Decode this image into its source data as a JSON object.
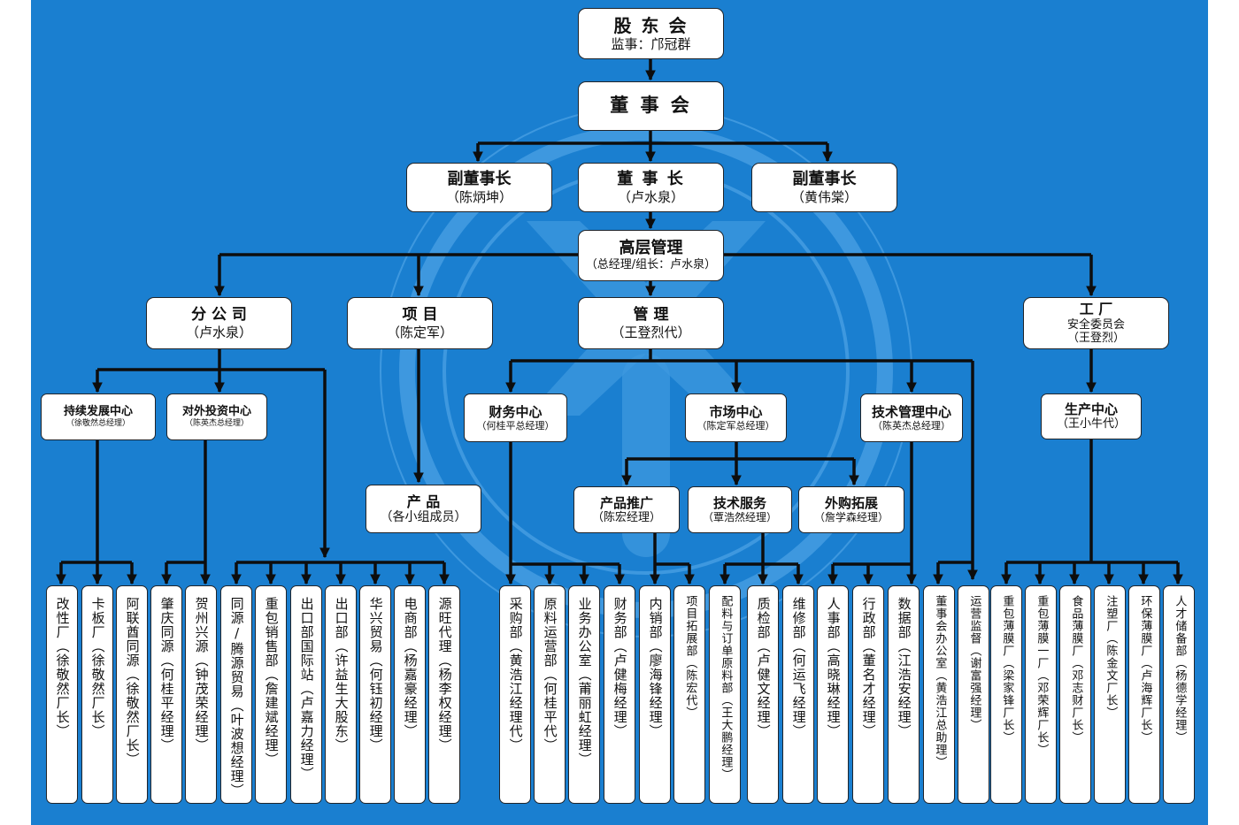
{
  "colors": {
    "background": "#1a7fd0",
    "box": "#ffffff",
    "line": "#0d0d0d",
    "emblem": "#3e98df"
  },
  "shareholders": {
    "title": "股 东 会",
    "sub": "监事：邝冠群"
  },
  "board": {
    "title": "董 事 会"
  },
  "vice_chair_left": {
    "title": "副董事长",
    "sub": "（陈炳坤）"
  },
  "chairman": {
    "title": "董 事 长",
    "sub": "（卢水泉）"
  },
  "vice_chair_right": {
    "title": "副董事长",
    "sub": "（黄伟棠）"
  },
  "senior_mgmt": {
    "title": "高层管理",
    "sub": "（总经理/组长：卢水泉）"
  },
  "branch": {
    "title": "分 公 司",
    "sub": "（卢水泉）"
  },
  "project": {
    "title": "项  目",
    "sub": "（陈定军）"
  },
  "management": {
    "title": "管  理",
    "sub": "（王登烈代）"
  },
  "factory": {
    "title": "工  厂",
    "sub": "安全委员会",
    "sub2": "（王登烈）"
  },
  "sustain_center": {
    "title": "持续发展中心",
    "sub": "（徐敬然总经理）"
  },
  "invest_center": {
    "title": "对外投资中心",
    "sub": "（陈英杰总经理）"
  },
  "finance_center": {
    "title": "财务中心",
    "sub": "（何桂平总经理）"
  },
  "market_center": {
    "title": "市场中心",
    "sub": "（陈定军总经理）"
  },
  "tech_center": {
    "title": "技术管理中心",
    "sub": "（陈英杰总经理）"
  },
  "production_center": {
    "title": "生产中心",
    "sub": "（王小牛代）"
  },
  "product": {
    "title": "产  品",
    "sub": "（各小组成员）"
  },
  "promotion": {
    "title": "产品推广",
    "sub": "（陈宏经理）"
  },
  "tech_service": {
    "title": "技术服务",
    "sub": "（覃浩然经理）"
  },
  "purchase_expand": {
    "title": "外购拓展",
    "sub": "（詹学森经理）"
  },
  "units": [
    "改性厂（徐敬然厂长）",
    "卡板厂（徐敬然厂长）",
    "阿联酋同源（徐敬然厂长）",
    "肇庆同源（何桂平经理）",
    "贺州兴源（钟茂荣经理）",
    "同源/腾源贸易（叶波想经理）",
    "重包销售部（詹建斌经理）",
    "出口部国际站（卢嘉力经理）",
    "出口部（许益生大股东）",
    "华兴贸易（何钰初经理）",
    "电商部（杨嘉豪经理）",
    "源旺代理（杨李权经理）",
    "采购部（黄浩江经理代）",
    "原料运营部（何桂平代）",
    "业务办公室（莆丽虹经理）",
    "财务部（卢健梅经理）",
    "内销部（廖海锋经理）",
    "项目拓展部（陈宏代）",
    "配料与订单原料部（王大鹏经理）",
    "质检部（卢健文经理）",
    "维修部（何运飞经理）",
    "人事部（高晓琳经理）",
    "行政部（董名才经理）",
    "数据部（江浩安经理）",
    "董事会办公室（黄浩江总助理）",
    "运营监督（谢富强经理）",
    "重包薄膜厂（梁家锋厂长）",
    "重包薄膜一厂（邓荣辉厂长）",
    "食品薄膜厂（邓志财厂长）",
    "注塑厂（陈金文厂长）",
    "环保薄膜厂（卢海辉厂长）",
    "人才储备部（杨德学经理）"
  ]
}
